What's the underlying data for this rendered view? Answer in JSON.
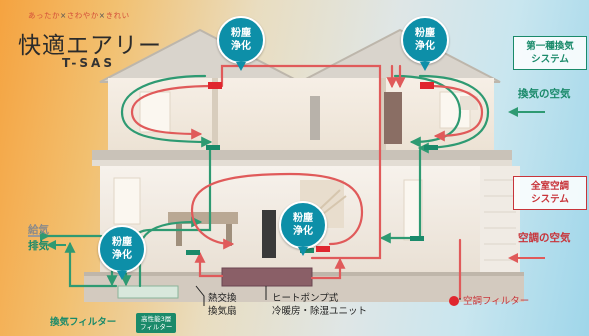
{
  "brand": {
    "tagline_1": "あったか",
    "tagline_sep": "×",
    "tagline_2": "さわやか",
    "tagline_3": "きれい",
    "logo": "快適エアリー",
    "logo_sub": "T-SAS"
  },
  "pins": {
    "pin_1": {
      "line1": "粉塵",
      "line2": "浄化"
    },
    "pin_2": {
      "line1": "粉塵",
      "line2": "浄化"
    },
    "pin_3": {
      "line1": "粉塵",
      "line2": "浄化"
    },
    "pin_4": {
      "line1": "粉塵",
      "line2": "浄化"
    }
  },
  "systems": {
    "ventilation": {
      "line1": "第一種換気",
      "line2": "システム",
      "air_label": "換気の空気"
    },
    "aircon": {
      "line1": "全室空調",
      "line2": "システム",
      "air_label": "空調の空気"
    }
  },
  "side": {
    "supply": "給気",
    "exhaust": "排気"
  },
  "bottom": {
    "heat_exchange_1": "熱交換",
    "heat_exchange_2": "換気扇",
    "heat_pump_1": "ヒートポンプ式",
    "heat_pump_2": "冷暖房・除湿ユニット",
    "vent_filter": "換気フィルター",
    "filter_badge_1": "高性能3層",
    "filter_badge_2": "フィルター",
    "ac_filter": "空調フィルター"
  },
  "colors": {
    "green_air": "#1a8a6a",
    "red_air": "#c8343a",
    "pin": "#0d8fa8"
  }
}
